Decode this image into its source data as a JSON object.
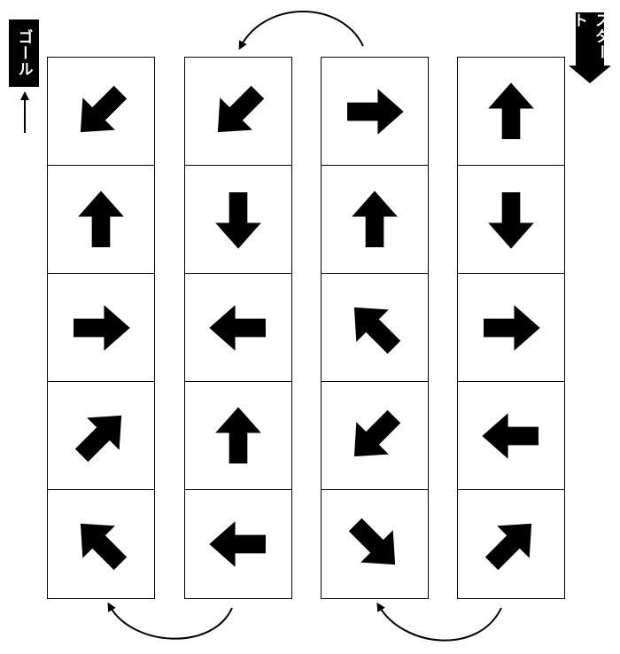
{
  "labels": {
    "goal": "ゴール",
    "start": "スタート"
  },
  "colors": {
    "arrow": "#000000",
    "background": "#ffffff",
    "grid_line": "#000000"
  },
  "grid": {
    "columns": [
      [
        "down-left-arrow",
        "up-arrow",
        "right-arrow",
        "up-right-arrow",
        "up-left-arrow"
      ],
      [
        "down-left-arrow",
        "down-arrow",
        "left-arrow",
        "up-arrow",
        "left-arrow"
      ],
      [
        "right-arrow",
        "up-arrow",
        "up-left-arrow",
        "down-left-arrow",
        "down-right-arrow"
      ],
      [
        "up-arrow",
        "down-arrow",
        "right-arrow",
        "left-arrow",
        "up-right-arrow"
      ]
    ]
  },
  "connectors": [
    "curved-arrow-col3-to-col2-top",
    "curved-arrow-col4-to-col3-bottom",
    "curved-arrow-col2-to-col1-bottom",
    "goal-up-arrow",
    "start-down-arrow"
  ]
}
